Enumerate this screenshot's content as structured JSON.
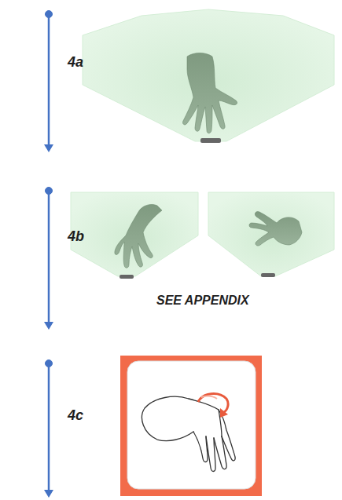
{
  "diagram": {
    "labels": [
      "4a",
      "4b",
      "SEE APPENDIX",
      "4c"
    ]
  }
}
